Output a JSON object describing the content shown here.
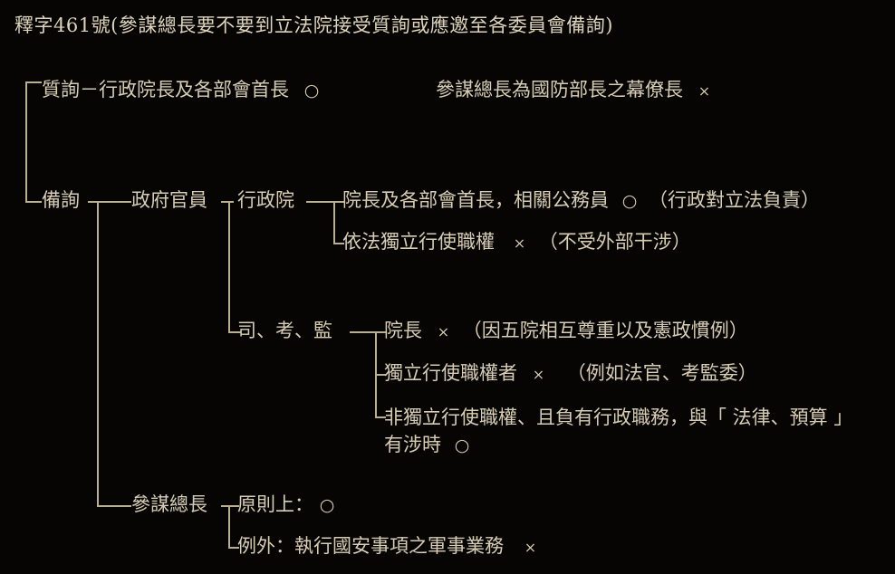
{
  "title": "釋字461號(參謀總長要不要到立法院接受質詢或應邀至各委員會備詢)",
  "marks": {
    "yes": "○",
    "no": "×"
  },
  "nodes": {
    "interpellation": "質詢－行政院長及各部會首長",
    "interpellation_mark": "○",
    "aside_chief": "參謀總長為國防部長之幕僚長",
    "aside_chief_mark": "×",
    "consultation": "備詢",
    "gov_officials": "政府官員",
    "exec_yuan": "行政院",
    "exec_yuan_child1": "院長及各部會首長，相關公務員",
    "exec_yuan_child1_mark": "○",
    "exec_yuan_child1_note": "（行政對立法負責）",
    "exec_yuan_child2": "依法獨立行使職權",
    "exec_yuan_child2_mark": "×",
    "exec_yuan_child2_note": "（不受外部干涉）",
    "three_yuan": "司、考、監",
    "three_yuan_child1": "院長",
    "three_yuan_child1_mark": "×",
    "three_yuan_child1_note": "（因五院相互尊重以及憲政慣例）",
    "three_yuan_child2": "獨立行使職權者",
    "three_yuan_child2_mark": "×",
    "three_yuan_child2_note": "（例如法官、考監委）",
    "three_yuan_child3": "非獨立行使職權、且負有行政職務，與「 法律、預算 」有涉時",
    "three_yuan_child3_mark": "○",
    "chief_of_staff": "參謀總長",
    "chief_child1": "原則上：",
    "chief_child1_mark": "○",
    "chief_child2": "例外：執行國安事項之軍事業務",
    "chief_child2_mark": "×"
  },
  "colors": {
    "background": "#070504",
    "text": "#d6cdb4",
    "line": "#b9b091"
  }
}
